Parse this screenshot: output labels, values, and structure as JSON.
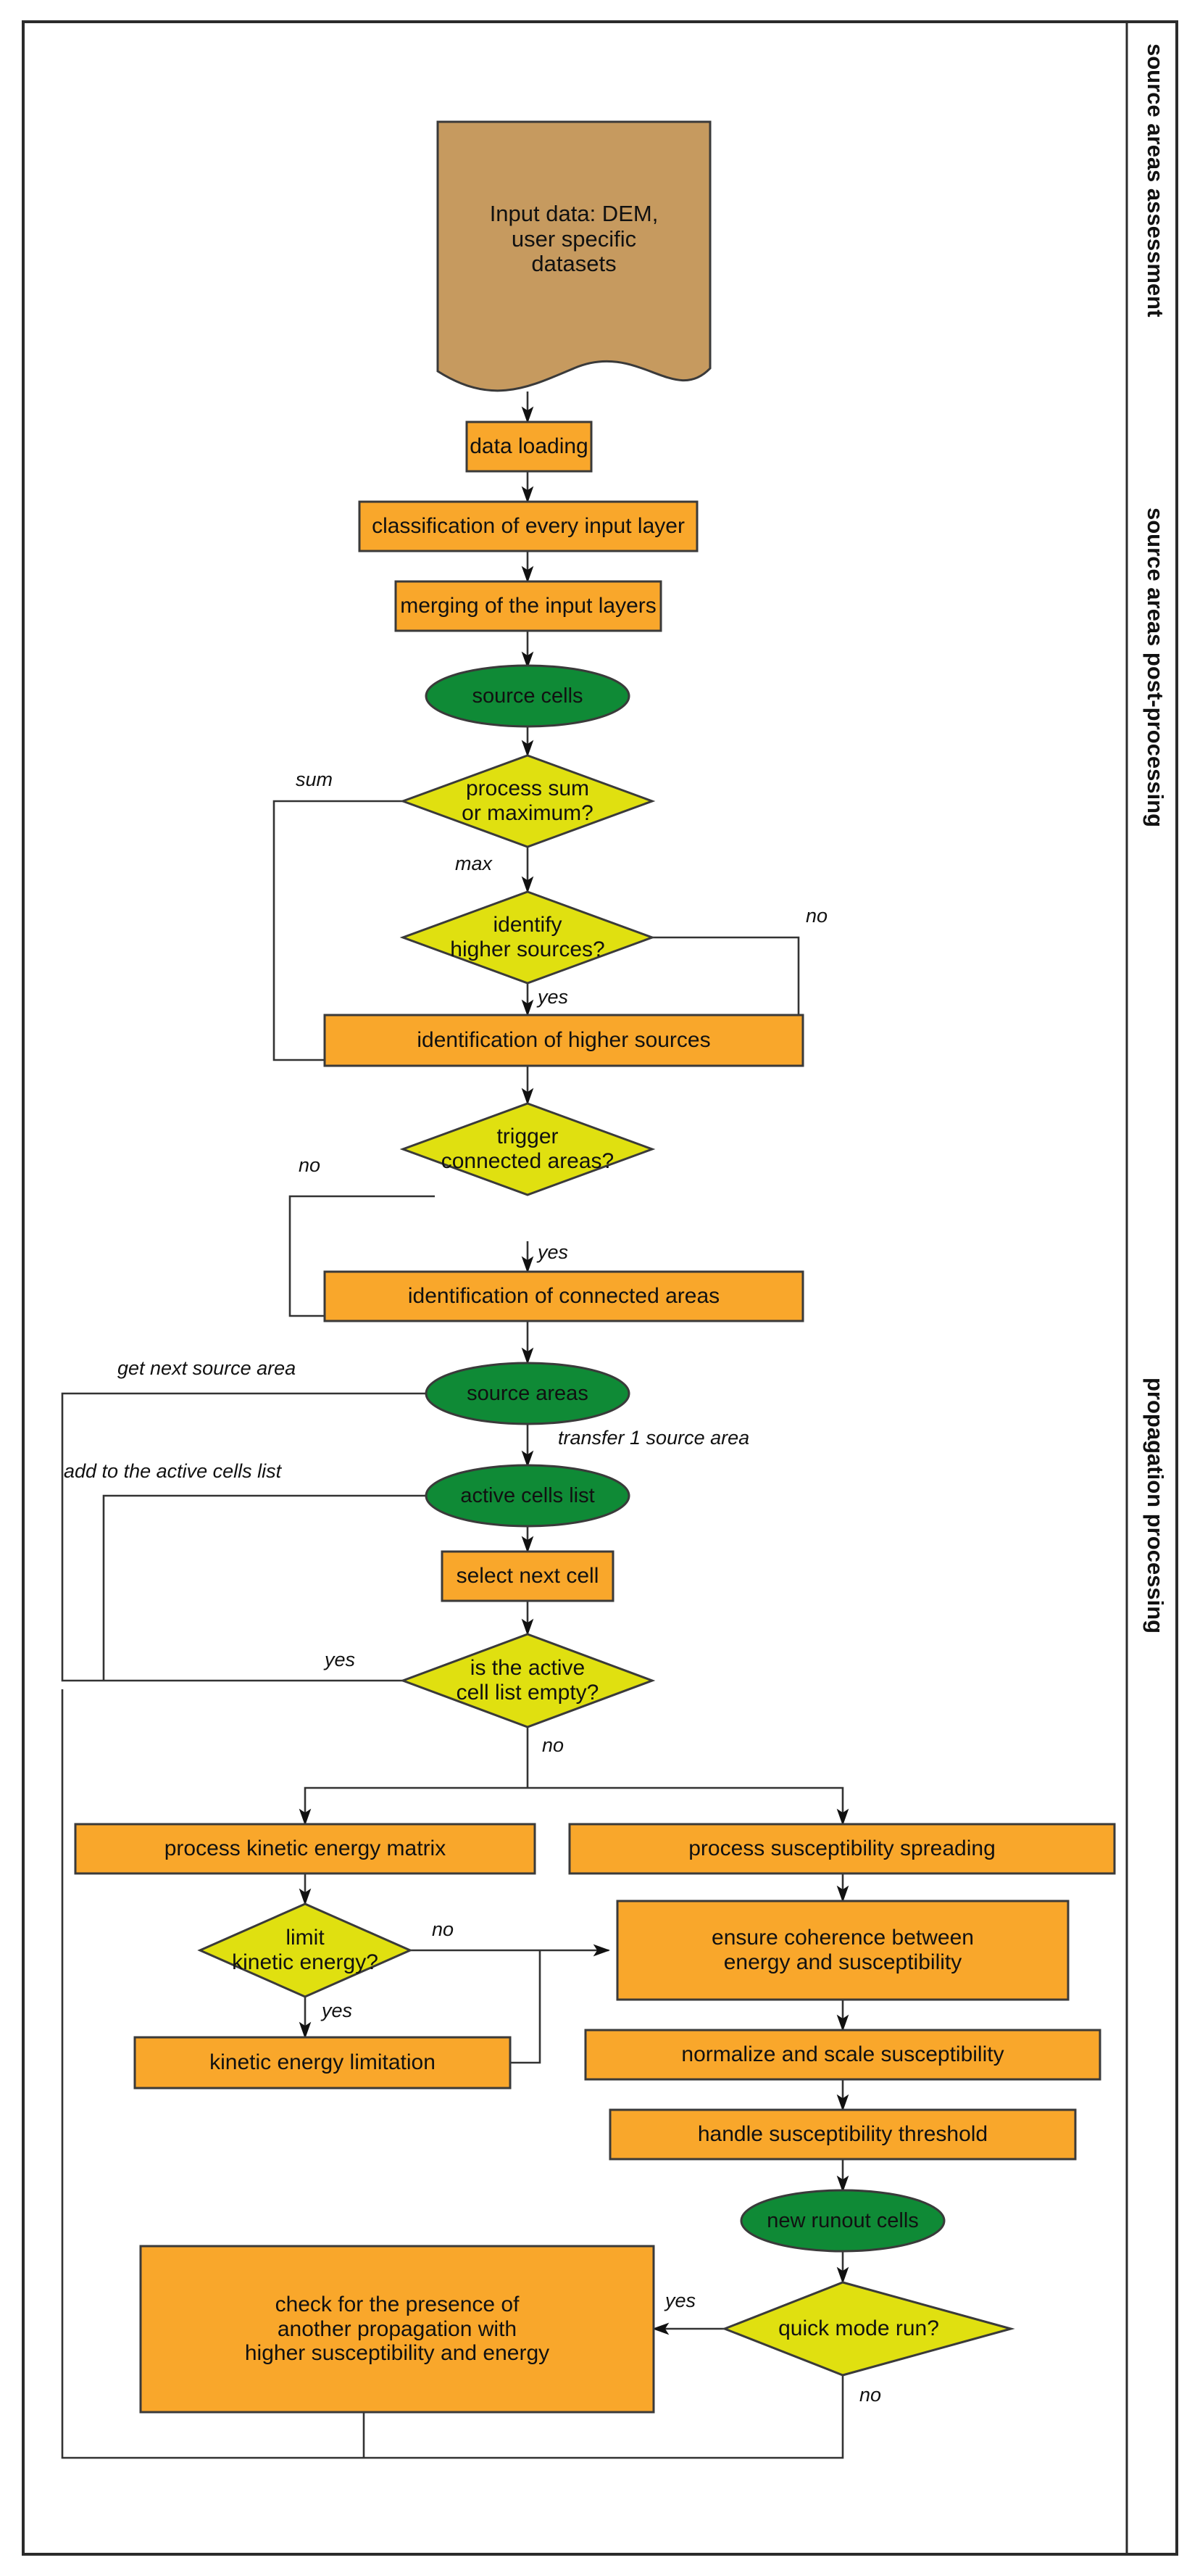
{
  "diagram": {
    "title": "Flowchart of source areas assessment, post-processing and propagation processing",
    "colors": {
      "process_fill": "#f9a72b",
      "document_fill": "#c69a5f",
      "decision_fill": "#e0e010",
      "terminator_fill": "#0f8a36",
      "border": "#3a3a3a",
      "frame": "#2b2b2b",
      "text": "#111111"
    }
  },
  "sections": [
    {
      "id": "assessment",
      "label": "source areas assessment"
    },
    {
      "id": "postprocessing",
      "label": "source areas post-processing"
    },
    {
      "id": "propagation",
      "label": "propagation processing"
    }
  ],
  "nodes": {
    "input_data": {
      "label": "Input data: DEM,\nuser specific\ndatasets",
      "shape": "document"
    },
    "data_loading": {
      "label": "data loading",
      "shape": "process"
    },
    "classification": {
      "label": "classification of every input layer",
      "shape": "process"
    },
    "merging": {
      "label": "merging of the input layers",
      "shape": "process"
    },
    "source_cells": {
      "label": "source cells",
      "shape": "terminator"
    },
    "process_sum_max": {
      "label": "process sum\nor maximum?",
      "shape": "decision"
    },
    "identify_higher": {
      "label": "identify\nhigher sources?",
      "shape": "decision"
    },
    "identification_higher": {
      "label": "identification of higher sources",
      "shape": "process"
    },
    "trigger_connected": {
      "label": "trigger\nconnected areas?",
      "shape": "decision"
    },
    "identification_connected": {
      "label": "identification of connected areas",
      "shape": "process"
    },
    "source_areas": {
      "label": "source areas",
      "shape": "terminator"
    },
    "active_cells_list": {
      "label": "active cells list",
      "shape": "terminator"
    },
    "select_next_cell": {
      "label": "select next cell",
      "shape": "process"
    },
    "is_list_empty": {
      "label": "is the active\ncell list empty?",
      "shape": "decision"
    },
    "process_kinetic": {
      "label": "process kinetic energy matrix",
      "shape": "process"
    },
    "process_susceptibility": {
      "label": "process susceptibility spreading",
      "shape": "process"
    },
    "limit_kinetic": {
      "label": "limit\nkinetic energy?",
      "shape": "decision"
    },
    "ensure_coherence": {
      "label": "ensure coherence between\nenergy and susceptibility",
      "shape": "process"
    },
    "kinetic_limitation": {
      "label": "kinetic energy limitation",
      "shape": "process"
    },
    "normalize_scale": {
      "label": "normalize and scale susceptibility",
      "shape": "process"
    },
    "handle_threshold": {
      "label": "handle susceptibility threshold",
      "shape": "process"
    },
    "new_runout_cells": {
      "label": "new runout cells",
      "shape": "terminator"
    },
    "quick_mode": {
      "label": "quick mode run?",
      "shape": "decision"
    },
    "check_presence": {
      "label": "check for the presence of\nanother propagation with\nhigher susceptibility and energy",
      "shape": "process"
    }
  },
  "edge_labels": {
    "sum": "sum",
    "max": "max",
    "no_identify_higher": "no",
    "yes_identify_higher": "yes",
    "no_trigger": "no",
    "yes_trigger": "yes",
    "get_next_source_area": "get next source area",
    "transfer_one_source_area": "transfer 1 source area",
    "add_to_active_cells_list": "add to the active cells list",
    "yes_list_empty": "yes",
    "no_list_empty": "no",
    "no_limit_kinetic": "no",
    "yes_limit_kinetic": "yes",
    "yes_quick_mode": "yes",
    "no_quick_mode": "no"
  }
}
